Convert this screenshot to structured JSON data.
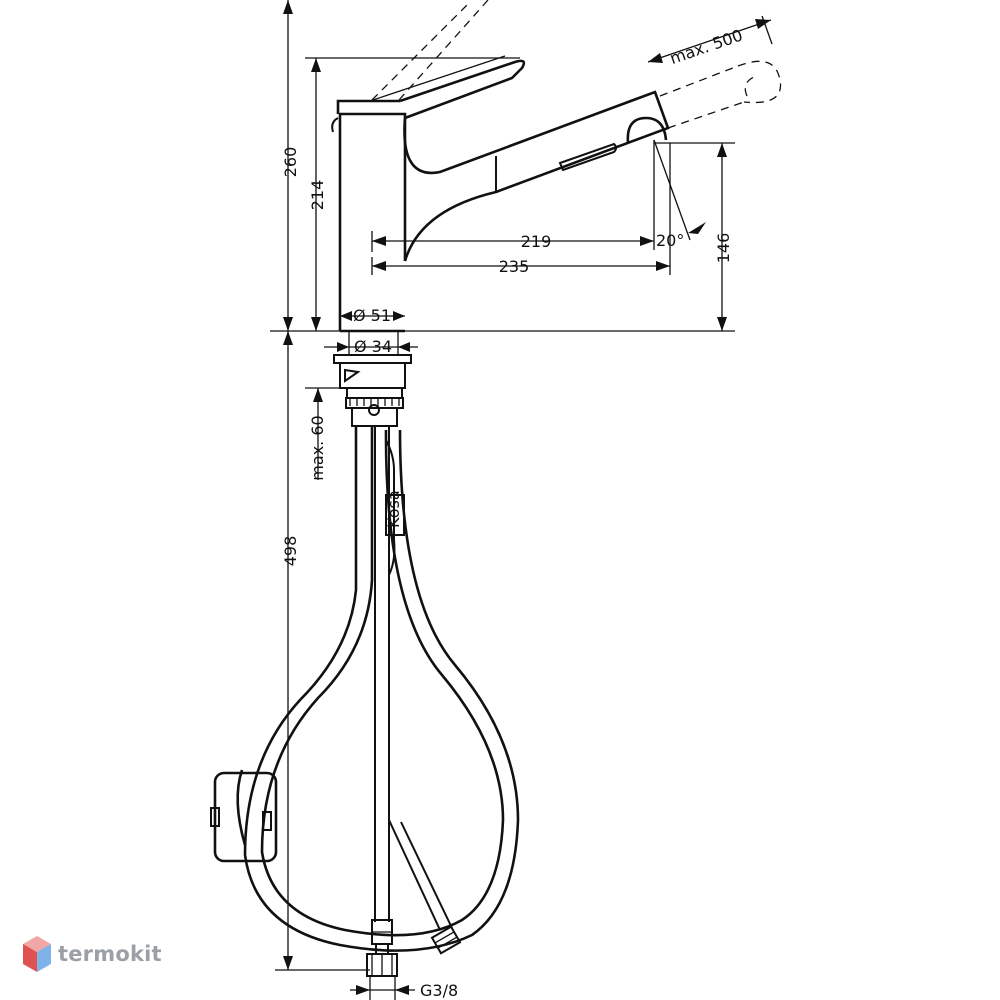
{
  "dimensions": {
    "total_height": "260",
    "spout_height": "214",
    "outlet_height": "146",
    "reach_219": "219",
    "reach_235": "235",
    "base_diameter": "Ø 51",
    "shank_diameter": "Ø 34",
    "max_pullout": "max. 500",
    "angle": "20°",
    "max_counter": "max. 60",
    "hose_length": "498",
    "connection": "G3/8"
  },
  "watermark": {
    "text": "termokit",
    "colors": {
      "text": "#9aa0a6",
      "logo_top": "#f2a7a7",
      "logo_left": "#e05252",
      "logo_right": "#7db3e8"
    }
  },
  "icons": [
    "faucet-drawing",
    "termokit-logo-icon"
  ]
}
